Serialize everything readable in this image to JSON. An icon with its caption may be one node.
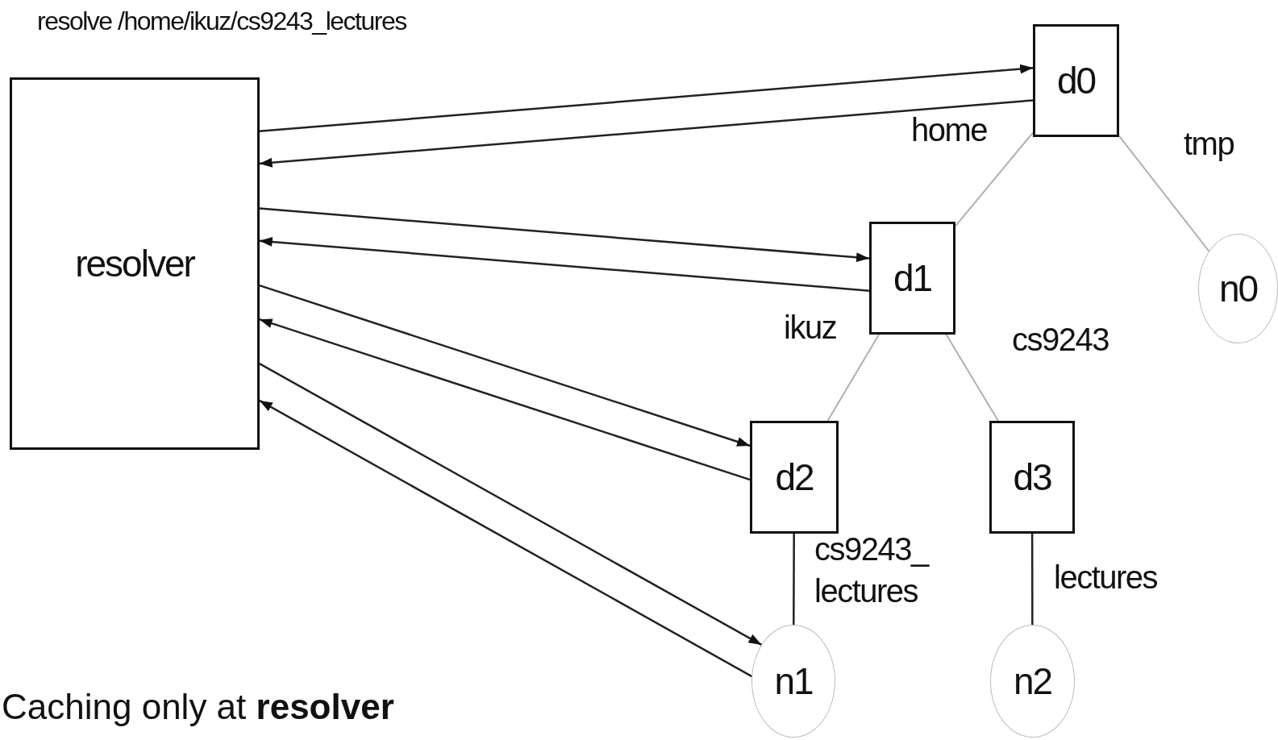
{
  "diagram": {
    "title": "resolve /home/ikuz/cs9243_lectures",
    "caption": "Caching only at **resolver**",
    "nodes": [
      {
        "text": [
          "resolver"
        ]
      },
      {
        "text": [
          "d0"
        ]
      },
      {
        "text": [
          "d1"
        ]
      },
      {
        "text": [
          "d2"
        ]
      },
      {
        "text": [
          "d3"
        ]
      },
      {
        "text": [
          "n0"
        ]
      },
      {
        "text": [
          "n1"
        ]
      },
      {
        "text": [
          "n2"
        ]
      }
    ],
    "edges": [
      {
        "from": 0,
        "to": 1,
        "arrow": "to"
      },
      {
        "from": 1,
        "to": 0,
        "arrow": "to"
      },
      {
        "from": 0,
        "to": 2,
        "arrow": "to"
      },
      {
        "from": 2,
        "to": 0,
        "arrow": "to"
      },
      {
        "from": 0,
        "to": 3,
        "arrow": "to"
      },
      {
        "from": 3,
        "to": 0,
        "arrow": "to"
      },
      {
        "from": 0,
        "to": 6,
        "arrow": "to"
      },
      {
        "from": 6,
        "to": 0,
        "arrow": "to"
      },
      {
        "from": 1,
        "to": 2,
        "arrow": "none",
        "label": "home",
        "color": "#b0b0b0"
      },
      {
        "from": 1,
        "to": 5,
        "arrow": "none",
        "label": "tmp",
        "color": "#b0b0b0"
      },
      {
        "from": 2,
        "to": 3,
        "arrow": "none",
        "label": "ikuz",
        "color": "#b0b0b0"
      },
      {
        "from": 2,
        "to": 4,
        "arrow": "none",
        "label": "cs9243",
        "color": "#b0b0b0"
      },
      {
        "from": 3,
        "to": 6,
        "arrow": "none",
        "label": "cs9243_ lectures"
      },
      {
        "from": 4,
        "to": 7,
        "arrow": "none",
        "label": "lectures"
      }
    ]
  }
}
